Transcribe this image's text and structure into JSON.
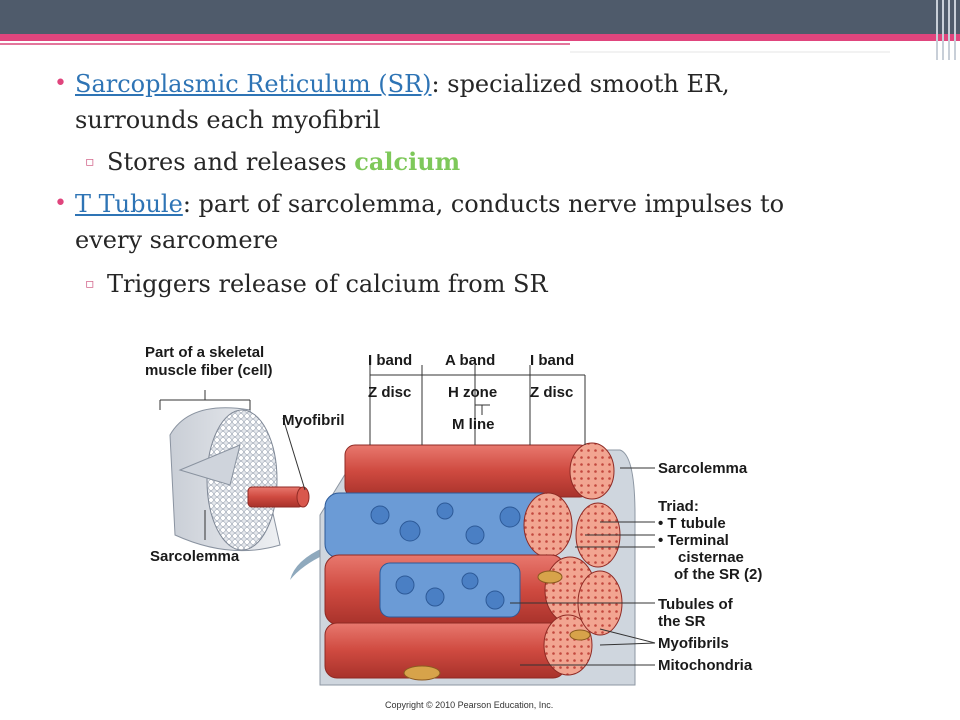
{
  "slide": {
    "bullet1": {
      "term": "Sarcoplasmic Reticulum (SR)",
      "colon": ":",
      "text_line1": " specialized smooth ER,",
      "text_line2": "surrounds each myofibril"
    },
    "sub1": {
      "text": "Stores and releases ",
      "highlight": "calcium"
    },
    "bullet2": {
      "term": "T Tubule",
      "colon": ":",
      "text_line1": " part of sarcolemma, conducts nerve impulses to",
      "text_line2": "every sarcomere"
    },
    "sub2": {
      "text": "Triggers release of calcium from SR"
    }
  },
  "figure": {
    "labels": {
      "part_title_1": "Part of a skeletal",
      "part_title_2": "muscle fiber (cell)",
      "myofibril": "Myofibril",
      "sarcolemma_left": "Sarcolemma",
      "i_band_1": "I band",
      "a_band": "A band",
      "i_band_2": "I band",
      "z_disc_1": "Z disc",
      "h_zone": "H zone",
      "z_disc_2": "Z disc",
      "m_line": "M line",
      "sarcolemma_right": "Sarcolemma",
      "triad": "Triad:",
      "t_tubule": "• T tubule",
      "terminal_1": "• Terminal",
      "terminal_2": "cisternae",
      "terminal_3": "of the SR (2)",
      "tubules_1": "Tubules of",
      "tubules_2": "the SR",
      "myofibrils": "Myofibrils",
      "mitochondria": "Mitochondria"
    },
    "copyright": "Copyright © 2010 Pearson Education, Inc."
  },
  "colors": {
    "header": "#4f5b6b",
    "accent_pink": "#e0457d",
    "term_blue": "#2e74b5",
    "calcium_green": "#7ec85a",
    "muscle_red": "#d9534f",
    "sr_blue": "#5b8fd0"
  }
}
